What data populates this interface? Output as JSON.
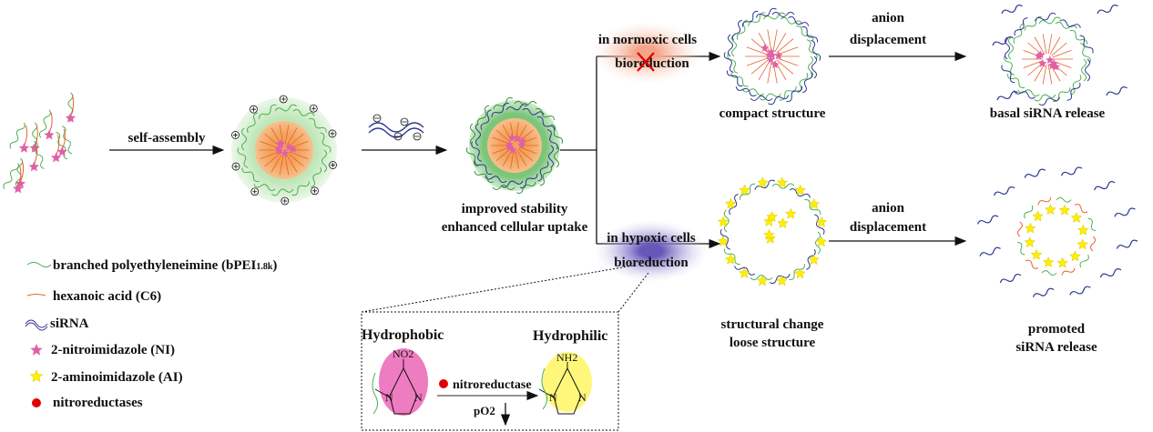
{
  "steps": {
    "self_assembly": "self-assembly",
    "improved_stability": "improved stability",
    "enhanced_uptake": "enhanced cellular uptake"
  },
  "normoxic": {
    "condition": "in normoxic cells",
    "process": "bioreduction",
    "result": "compact structure",
    "anion_1": "anion",
    "anion_2": "displacement",
    "release": "basal siRNA release"
  },
  "hypoxic": {
    "condition": "in hypoxic cells",
    "process": "bioreduction",
    "result_1": "structural change",
    "result_2": "loose structure",
    "anion_1": "anion",
    "anion_2": "displacement",
    "release_1": "promoted",
    "release_2": "siRNA release"
  },
  "legend": [
    {
      "label": "branched polyethyleneimine (bPEI",
      "sub": "1.8k",
      "tail": ")"
    },
    {
      "label": "hexanoic acid (C6)"
    },
    {
      "label": "siRNA"
    },
    {
      "label": "2-nitroimidazole (NI)"
    },
    {
      "label": "2-aminoimidazole (AI)"
    },
    {
      "label": "nitroreductases"
    }
  ],
  "inset": {
    "left_title": "Hydrophobic",
    "right_title": "Hydrophilic",
    "left_group": "NO2",
    "right_group": "NH2",
    "atom_n": "N",
    "enzyme": "nitroreductase",
    "po2": "pO2"
  },
  "colors": {
    "pei": "#4caf50",
    "c6": "#e8602c",
    "sirna": "#2b3590",
    "ni": "#e060a8",
    "ai": "#ffee00",
    "enzyme": "#e00000"
  }
}
